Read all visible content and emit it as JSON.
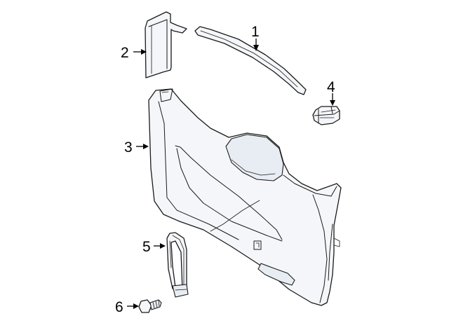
{
  "callouts": [
    {
      "number": "1",
      "part": "tailgate-upper-trim"
    },
    {
      "number": "2",
      "part": "pillar-cap-trim"
    },
    {
      "number": "3",
      "part": "tailgate-trim-panel"
    },
    {
      "number": "4",
      "part": "trim-clip"
    },
    {
      "number": "5",
      "part": "pull-strap"
    },
    {
      "number": "6",
      "part": "screw"
    }
  ]
}
